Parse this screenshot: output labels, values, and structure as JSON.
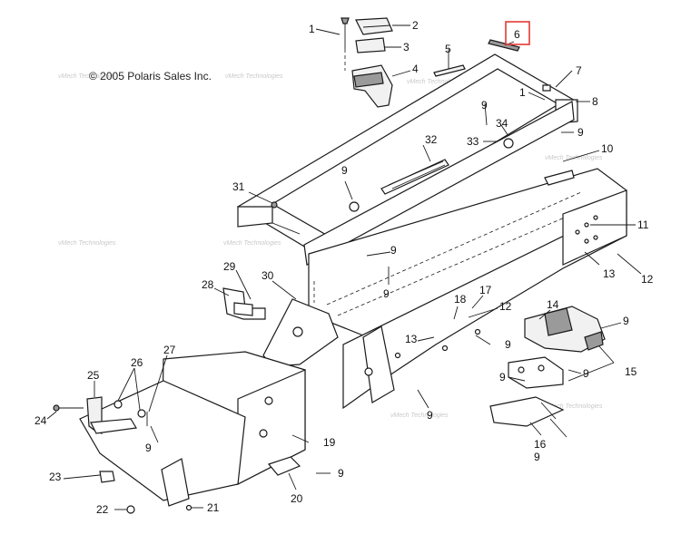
{
  "copyright": "© 2005 Polaris Sales Inc.",
  "watermark": "vMech Technologies",
  "highlight_color": "#e53935",
  "highlighted_label": "6",
  "callouts": {
    "c1a": "1",
    "c1b": "1",
    "c2": "2",
    "c3": "3",
    "c4": "4",
    "c5": "5",
    "c6": "6",
    "c7": "7",
    "c8": "8",
    "c9a": "9",
    "c9b": "9",
    "c9c": "9",
    "c9d": "9",
    "c9e": "9",
    "c9f": "9",
    "c9g": "9",
    "c9h": "9",
    "c9i": "9",
    "c9j": "9",
    "c9k": "9",
    "c9l": "9",
    "c9m": "9",
    "c10": "10",
    "c11": "11",
    "c12a": "12",
    "c12b": "12",
    "c13a": "13",
    "c13b": "13",
    "c14": "14",
    "c15": "15",
    "c16": "16",
    "c17": "17",
    "c18": "18",
    "c19": "19",
    "c20": "20",
    "c21": "21",
    "c22": "22",
    "c23": "23",
    "c24": "24",
    "c25": "25",
    "c26": "26",
    "c27": "27",
    "c28": "28",
    "c29": "29",
    "c30": "30",
    "c31": "31",
    "c32": "32",
    "c33": "33",
    "c34": "34"
  }
}
